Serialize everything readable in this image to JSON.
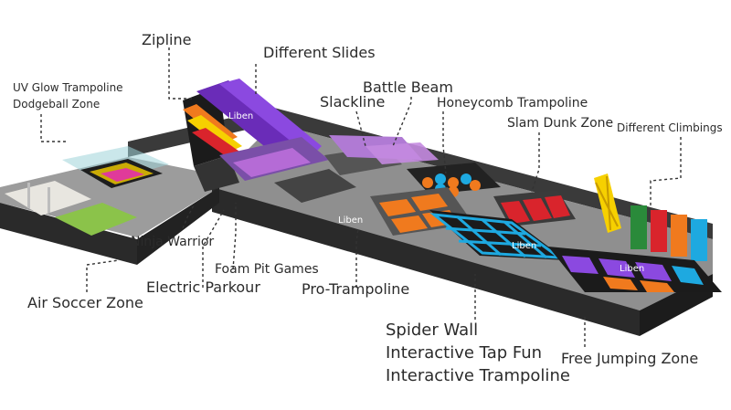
{
  "labels": {
    "zipline": "Zipline",
    "different_slides": "Different Slides",
    "uv_glow_trampoline": "UV Glow Trampoline",
    "dodgeball_zone": "Dodgeball Zone",
    "battle_beam": "Battle Beam",
    "slackline": "Slackline",
    "honeycomb_trampoline": "Honeycomb Trampoline",
    "slam_dunk_zone": "Slam Dunk Zone",
    "different_climbings": "Different Climbings",
    "ninja_warrior": "Ninja Warrior",
    "foam_pit_games": "Foam Pit Games",
    "electric_parkour": "Electric Parkour",
    "air_soccer_zone": "Air Soccer Zone",
    "pro_trampoline": "Pro-Trampoline",
    "spider_wall": "Spider Wall",
    "interactive_tap_fun": "Interactive Tap Fun",
    "interactive_trampoline": "Interactive Trampoline",
    "free_jumping_zone": "Free Jumping Zone"
  },
  "watermark": "Liben",
  "colors": {
    "label_text": "#2b2b2b",
    "leader_line": "#333333",
    "floor": "#8d8d8d",
    "wall": "#2a2a2a",
    "trampoline_blue": "#1ea9e0",
    "trampoline_orange": "#f07a1e",
    "accent_purple": "#6a2cb8",
    "accent_yellow": "#f6d000",
    "accent_red": "#d9242c"
  }
}
